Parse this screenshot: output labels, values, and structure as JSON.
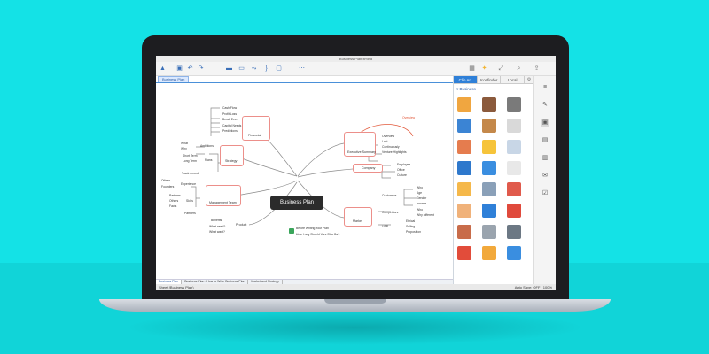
{
  "window": {
    "title": "Business Plan.xmind"
  },
  "document_tab": "Business Plan",
  "toolbar_icons": [
    "xmind-logo-icon",
    "save-icon",
    "undo-icon",
    "redo-icon",
    "topic-icon",
    "subtopic-icon",
    "relationship-icon",
    "summary-icon",
    "boundary-icon",
    "more-icon"
  ],
  "toolbar_right_icons": [
    "theme-icon",
    "idea-icon",
    "zoom-icon",
    "search-icon",
    "share-icon"
  ],
  "mindmap": {
    "central": "Business Plan",
    "financial": {
      "label": "Financial",
      "items": [
        "Cash Flow",
        "Profit Loss",
        "Break Even",
        "Capital Needs",
        "Predictions"
      ]
    },
    "strategy": {
      "label": "Strategy",
      "ambitions_label": "Ambitions",
      "ambitions": [
        "What",
        "Why"
      ],
      "plans_label": "Plans",
      "plans": [
        "Short Term",
        "Long Term"
      ]
    },
    "management": {
      "label": "Management Team",
      "experience_label": "Experience",
      "experience": [
        "Track record",
        "Others"
      ],
      "skills_label": "Skills",
      "skills": [
        "Partners",
        "Others",
        "Facts"
      ],
      "founders": "Founders",
      "partners": "Partners"
    },
    "product": {
      "label": "Product",
      "items": [
        "Benefits",
        "What need?",
        "What want?"
      ]
    },
    "exec_summary": {
      "label": "Executive Summary",
      "items": [
        "Overview",
        "Last",
        "Continuously",
        "Venture Highlights"
      ],
      "callout": "Overview"
    },
    "company": {
      "label": "Company",
      "items": [
        "Employee",
        "Office",
        "Culture"
      ]
    },
    "market": {
      "label": "Market",
      "customers_label": "Customers",
      "customers": [
        "Who",
        "Age",
        "Gender",
        "Income"
      ],
      "competitors_label": "Competitors",
      "competitors": [
        "Who",
        "Why different"
      ],
      "usp_label": "USP",
      "usp": [
        "Ethical",
        "Selling",
        "Proposition"
      ]
    },
    "notes": {
      "before": "Before Writing Your Plan",
      "length": "How Long Should Your Plan Be?"
    }
  },
  "panel": {
    "tabs": [
      "Clip Art",
      "Iconfinder",
      "Local"
    ],
    "section": "Business",
    "clipart": [
      {
        "name": "scales-clipart",
        "color": "#f0a640"
      },
      {
        "name": "briefcase-clipart",
        "color": "#8b5a3c"
      },
      {
        "name": "calculator-clipart",
        "color": "#7a7a7a"
      },
      {
        "name": "chart-clipart",
        "color": "#3b84d4"
      },
      {
        "name": "coffee-clipart",
        "color": "#c4884a"
      },
      {
        "name": "contract-clipart",
        "color": "#d9d9d9"
      },
      {
        "name": "support-agent-clipart",
        "color": "#e57c4e"
      },
      {
        "name": "mail-clipart",
        "color": "#f6c43a"
      },
      {
        "name": "magnifier-doc-clipart",
        "color": "#c8d6e6"
      },
      {
        "name": "folder-clipart",
        "color": "#2e78cc"
      },
      {
        "name": "globe-clipart",
        "color": "#3a8ee0"
      },
      {
        "name": "document-clipart",
        "color": "#e8e8e8"
      },
      {
        "name": "pencil-clipart",
        "color": "#f5b84a"
      },
      {
        "name": "grid-doc-clipart",
        "color": "#8aa0b8"
      },
      {
        "name": "presentation-clipart",
        "color": "#e05a4c"
      },
      {
        "name": "handshake-clipart",
        "color": "#f0b27a"
      },
      {
        "name": "search-clipart",
        "color": "#2f80d8"
      },
      {
        "name": "target-clipart",
        "color": "#e04a3c"
      },
      {
        "name": "team-clipart",
        "color": "#c86c4a"
      },
      {
        "name": "clock-clipart",
        "color": "#9aa4ae"
      },
      {
        "name": "settings-clipart",
        "color": "#6c7884"
      },
      {
        "name": "growth-chart-clipart",
        "color": "#e24c3a"
      },
      {
        "name": "coin-clipart",
        "color": "#f2a93b"
      },
      {
        "name": "microphone-clipart",
        "color": "#3a8ee0"
      }
    ]
  },
  "rail_icons": [
    "format-icon",
    "brush-icon",
    "clipart-icon",
    "image-icon",
    "notes-icon",
    "comments-icon",
    "task-icon"
  ],
  "bottom_tabs": [
    "Business Plan",
    "Business Plan : How to Write Business Plan",
    "Market and Strategy"
  ],
  "statusbar": {
    "left": "Sheet (Business Plan)",
    "autosave": "Auto Save: OFF",
    "zoom": "100%"
  },
  "colors": {
    "background": "#14e2e6",
    "accent": "#2f80d8",
    "topic_border": "#ec8f8a"
  }
}
